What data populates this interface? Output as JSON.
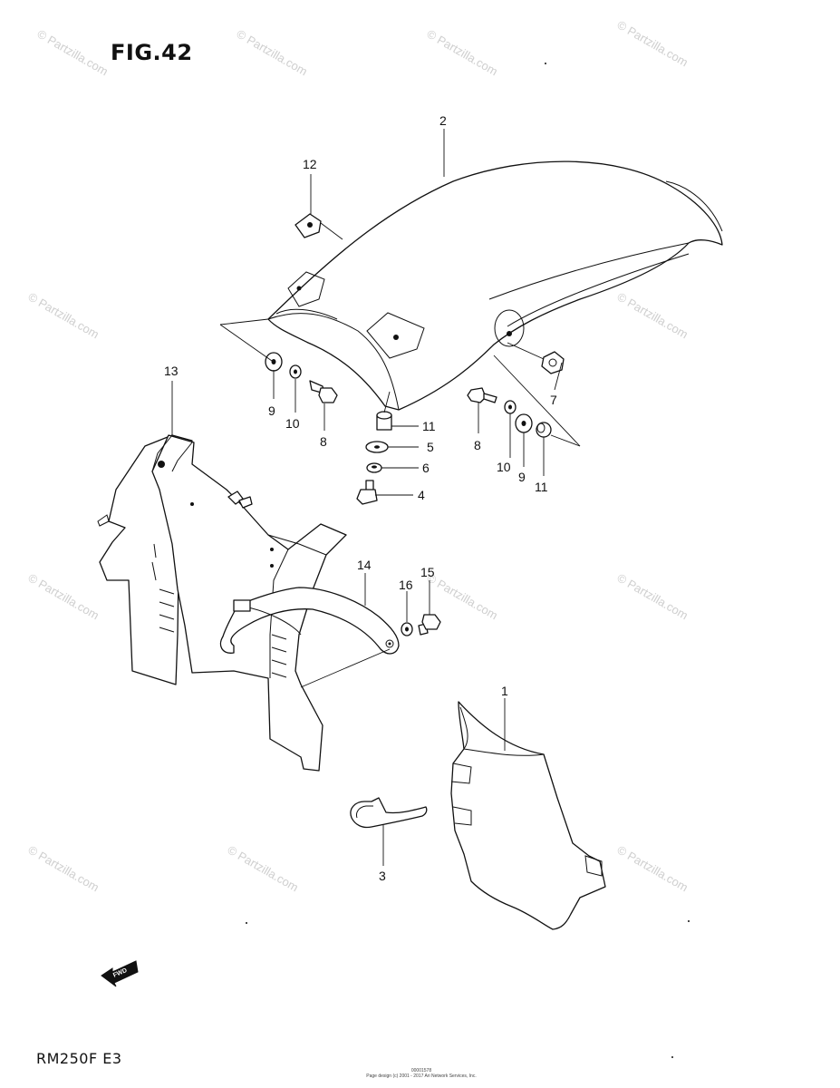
{
  "figure": {
    "title": "FIG.42",
    "model": "RM250F E3"
  },
  "fwd_label": "FWD",
  "watermark": "© Partzilla.com",
  "copyright": {
    "line1": "00001578",
    "line2": "Page design (c) 2001 - 2017 Ari Network Services, Inc."
  },
  "callouts": [
    {
      "id": "c2",
      "label": "2"
    },
    {
      "id": "c12",
      "label": "12"
    },
    {
      "id": "c13",
      "label": "13"
    },
    {
      "id": "c9a",
      "label": "9"
    },
    {
      "id": "c10a",
      "label": "10"
    },
    {
      "id": "c8a",
      "label": "8"
    },
    {
      "id": "c11a",
      "label": "11"
    },
    {
      "id": "c5",
      "label": "5"
    },
    {
      "id": "c6",
      "label": "6"
    },
    {
      "id": "c4",
      "label": "4"
    },
    {
      "id": "c7",
      "label": "7"
    },
    {
      "id": "c8b",
      "label": "8"
    },
    {
      "id": "c10b",
      "label": "10"
    },
    {
      "id": "c9b",
      "label": "9"
    },
    {
      "id": "c11b",
      "label": "11"
    },
    {
      "id": "c14",
      "label": "14"
    },
    {
      "id": "c16",
      "label": "16"
    },
    {
      "id": "c15",
      "label": "15"
    },
    {
      "id": "c1",
      "label": "1"
    },
    {
      "id": "c3",
      "label": "3"
    }
  ]
}
